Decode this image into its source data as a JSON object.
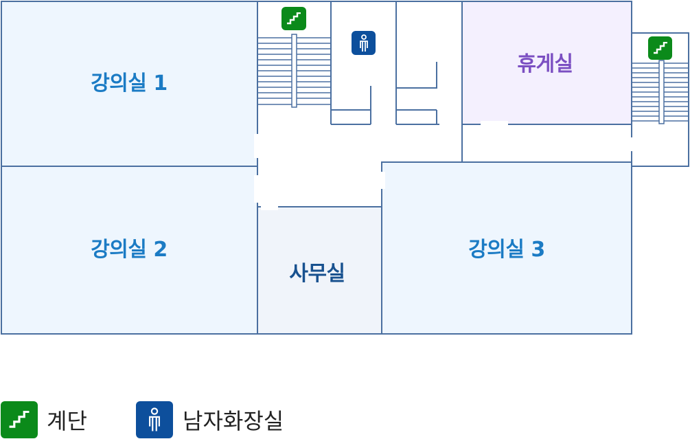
{
  "rooms": {
    "lecture1": "강의실 1",
    "lecture2": "강의실 2",
    "lecture3": "강의실 3",
    "lounge": "휴게실",
    "office": "사무실"
  },
  "legend": {
    "stairs": "계단",
    "restroom": "남자화장실"
  },
  "icons": {
    "stairs": "stairs-icon",
    "restroom": "mens-restroom-icon"
  },
  "colors": {
    "wall": "#4a6fa0",
    "room_fill": "#eef6fe",
    "office_fill": "#f0f4fa",
    "lounge_fill": "#f4f0fe",
    "lecture_text": "#1b7bc4",
    "office_text": "#18518f",
    "lounge_text": "#7b4fc2",
    "stairs_icon_bg": "#0b8a1a",
    "restroom_icon_bg": "#0d4f9c"
  }
}
